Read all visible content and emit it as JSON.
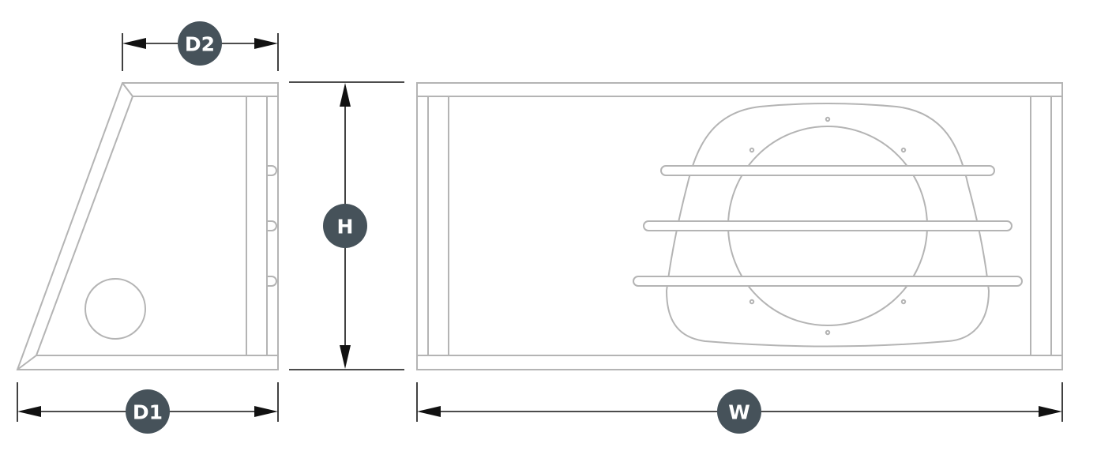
{
  "labels": {
    "d2": "D2",
    "h": "H",
    "d1": "D1",
    "w": "W"
  },
  "colors": {
    "outline": "#b4b4b4",
    "dimension_line": "#111111",
    "badge_fill": "#46525a",
    "badge_text": "#ffffff"
  }
}
